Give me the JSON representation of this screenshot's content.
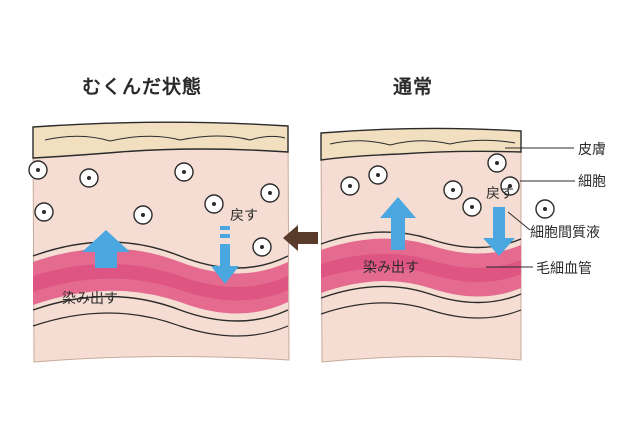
{
  "titles": {
    "left": "むくんだ状態",
    "right": "通常"
  },
  "labels": {
    "left_seep": "染み出す",
    "left_return": "戻す",
    "right_seep": "染み出す",
    "right_return": "戻す",
    "skin": "皮膚",
    "cell": "細胞",
    "interstitial_fluid": "細胞間質液",
    "capillary": "毛細血管"
  },
  "colors": {
    "tissue": "#f6ddd3",
    "skin_layer": "#f1dfc0",
    "vessel": "#e56a8f",
    "vessel_core": "#d9467a",
    "arrow_blue": "#4ba7e0",
    "transition_arrow": "#5a3a2a",
    "ink": "#2b2b2b"
  },
  "icons": {
    "cell": "cell-circle-icon",
    "up": "up-arrow-icon",
    "down": "down-arrow-icon",
    "left": "left-arrow-icon"
  }
}
